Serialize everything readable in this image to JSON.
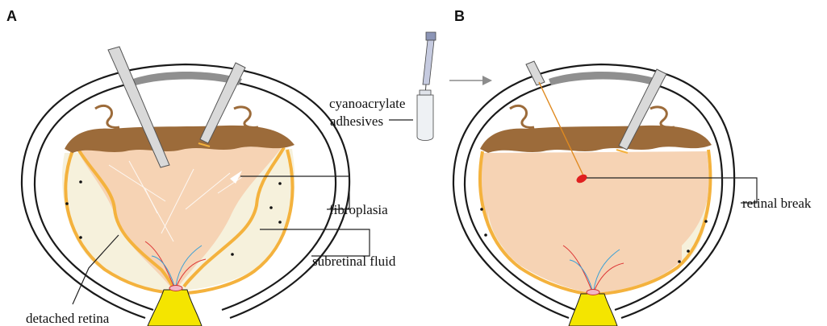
{
  "panels": {
    "a": {
      "letter": "A"
    },
    "b": {
      "letter": "B"
    }
  },
  "labels": {
    "fibroplasia": "fibroplasia",
    "subretinal_fluid": "subretinal fluid",
    "detached_retina": "detached retina",
    "cyanoacrylate_line1": "cyanoacrylate",
    "cyanoacrylate_line2": "adhesives",
    "retinal_break": "retinal break"
  },
  "colors": {
    "sclera_outline": "#1a1a1a",
    "fluid": "#f6f1dc",
    "vitreous": "#f6d3b4",
    "retina": "#f4b23d",
    "ciliary_body": "#9c6b3a",
    "optic_nerve": "#f4e500",
    "lens_cap": "#8f8f8f",
    "break": "#e02020"
  }
}
